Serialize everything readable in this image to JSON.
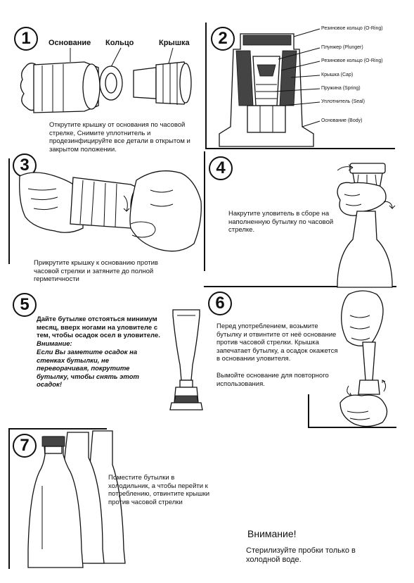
{
  "step1": {
    "number": "1",
    "label_base": "Основание",
    "label_ring": "Кольцо",
    "label_cap": "Крышка",
    "text": "Открутите крышку от основания по часовой стрелке, Снимите уплотнитель и продезинфицируйте все детали в открытом и закрытом положении."
  },
  "step2": {
    "number": "2",
    "callouts": [
      "Резиновое кольцо (O-Ring)",
      "Плунжер (Plunger)",
      "Резиновое кольцо (O-Ring)",
      "Крышка (Cap)",
      "Пружина (Spring)",
      "Уплотнитель (Seal)",
      "Основание (Body)"
    ]
  },
  "step3": {
    "number": "3",
    "text": "Прикрутите крышку к основанию против часовой стрелки и затяните до полной герметичности"
  },
  "step4": {
    "number": "4",
    "text": "Накрутите уловитель в сборе на наполненную бутылку по часовой стрелке."
  },
  "step5": {
    "number": "5",
    "text": "Дайте бутылке отстояться минимум месяц, вверх ногами на уловителе с тем, чтобы осадок осел в уловителе.",
    "note_title": "Внимание:",
    "note_text": "Если Вы заметите осадок на стенках бутылки, не переворачивая, покрутите бутылку, чтобы снять этот осадок!"
  },
  "step6": {
    "number": "6",
    "text": "Перед употреблением, возьмите бутылку и отвинтите от неё основание против часовой стрелки. Крышка запечатает бутылку, а осадок окажется в основании уловителя.",
    "text2": "Вымойте основание для повторного использования."
  },
  "step7": {
    "number": "7",
    "text": "Поместите бутылки в холодильник, а чтобы перейти к потреблению, отвинтите крышки против часовой стрелки"
  },
  "warning": {
    "title": "Внимание!",
    "text": "Стерилизуйте пробки только в холодной воде."
  }
}
